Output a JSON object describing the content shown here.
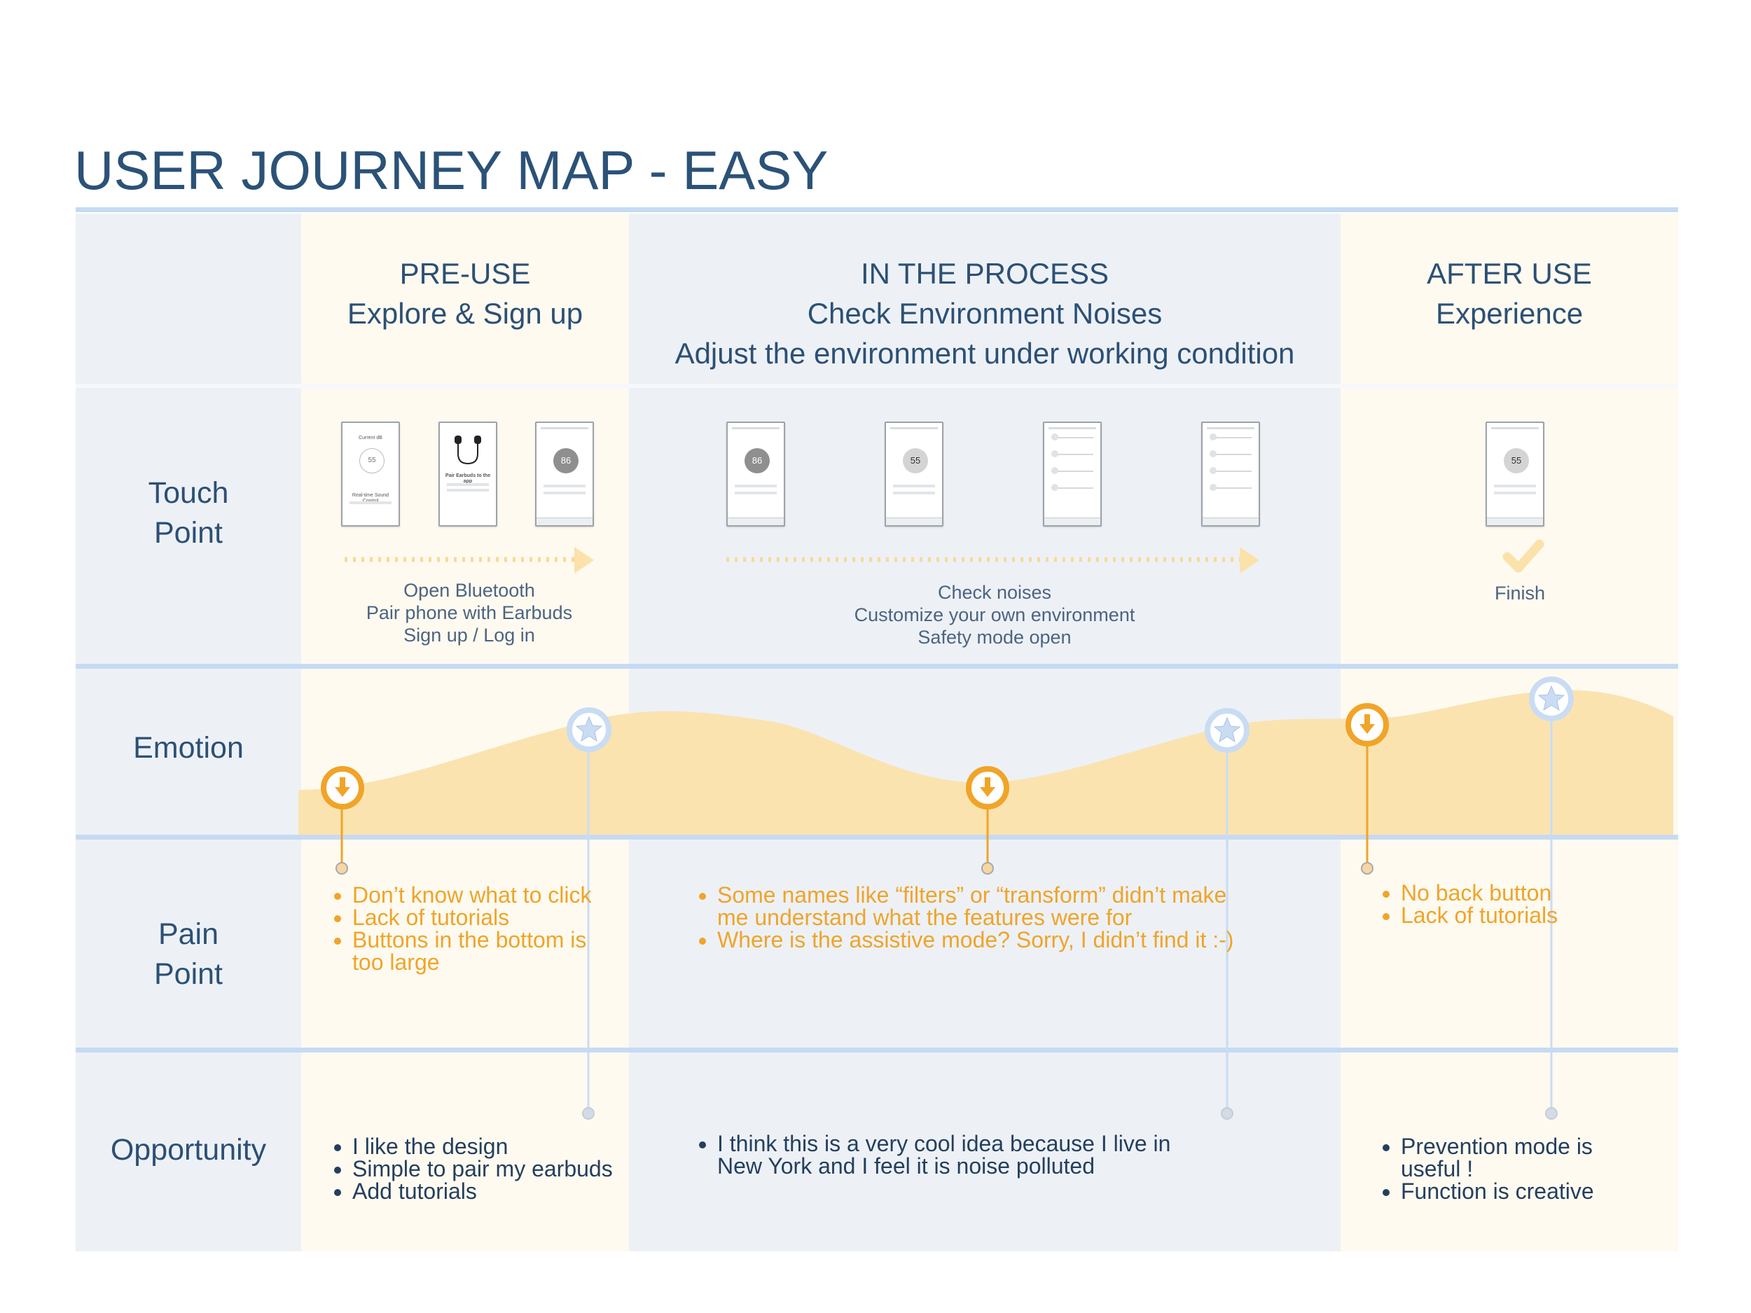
{
  "title": "USER JOURNEY MAP - EASY",
  "colors": {
    "navy": "#2c5075",
    "light_blue_rule": "#c6daf3",
    "blue_band": "#edf1f6",
    "cream_band": "#fefaf0",
    "emotion_fill": "#fbe3b0",
    "orange": "#f0a428",
    "star_blue": "#c9dcf3"
  },
  "stages": [
    {
      "title": "PRE-USE",
      "subtitle": "Explore & Sign up",
      "subtitle2": ""
    },
    {
      "title": "IN THE PROCESS",
      "subtitle": "Check Environment Noises",
      "subtitle2": "Adjust the environment under working condition"
    },
    {
      "title": "AFTER USE",
      "subtitle": "Experience",
      "subtitle2": ""
    }
  ],
  "rows": {
    "touch_point_1": "Touch",
    "touch_point_2": "Point",
    "emotion": "Emotion",
    "pain_point_1": "Pain",
    "pain_point_2": "Point",
    "opportunity": "Opportunity"
  },
  "phones": {
    "p1_header": "Current dB",
    "p1_value": "55",
    "p1_caption": "Real-time Sound Control",
    "p2_caption": "Pair Earbuds to the app",
    "p3_value": "86",
    "p4_value": "86",
    "p5_value": "55",
    "p8_value": "55"
  },
  "touch_captions": {
    "pre_use": [
      "Open Bluetooth",
      "Pair phone with Earbuds",
      "Sign up / Log in"
    ],
    "in_process": [
      "Check noises",
      "Customize your own environment",
      "Safety mode open"
    ],
    "after_use": [
      "Finish"
    ]
  },
  "pain_points": {
    "pre_use": [
      "Don’t know what to click",
      "Lack of tutorials",
      "Buttons in the bottom is too large"
    ],
    "in_process": [
      "Some names like “filters” or “transform” didn’t make me understand what the features were for",
      "Where is the assistive mode? Sorry, I didn’t find it :-)"
    ],
    "after_use": [
      "No back button",
      "Lack of tutorials"
    ]
  },
  "opportunities": {
    "pre_use": [
      "I like the design",
      "Simple to pair my earbuds",
      "Add tutorials"
    ],
    "in_process": [
      "I think this is a very cool idea because I live in New York and I feel it is noise polluted"
    ],
    "after_use": [
      "Prevention mode is useful !",
      "Function is creative"
    ]
  },
  "emotion_markers": [
    {
      "kind": "down-arrow",
      "stage": "pre-use"
    },
    {
      "kind": "star",
      "stage": "pre-use"
    },
    {
      "kind": "down-arrow",
      "stage": "in-process"
    },
    {
      "kind": "star",
      "stage": "in-process"
    },
    {
      "kind": "down-arrow",
      "stage": "after-use"
    },
    {
      "kind": "star",
      "stage": "after-use"
    }
  ]
}
